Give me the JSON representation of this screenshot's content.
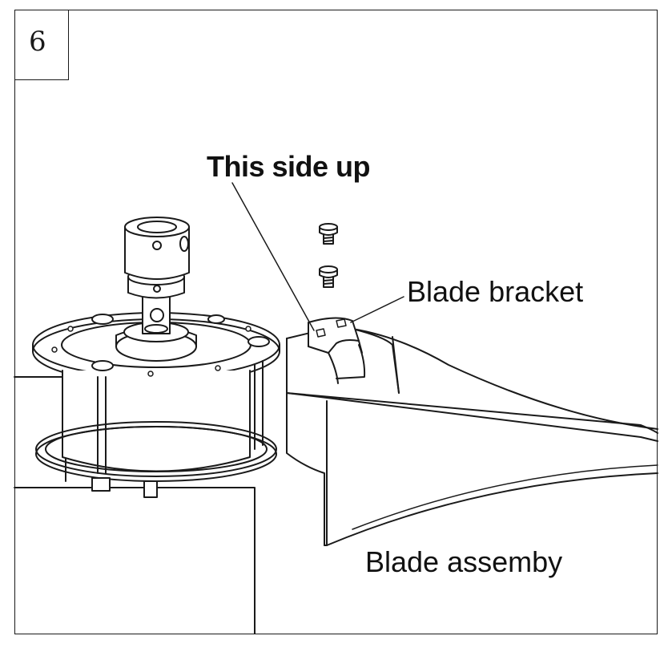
{
  "step": {
    "number": "6"
  },
  "callouts": {
    "this_side_up": "This side up",
    "blade_bracket": "Blade bracket",
    "blade_assembly": "Blade assemby"
  },
  "colors": {
    "line": "#1a1a1a",
    "background": "#ffffff",
    "shade": "#e9e9e9"
  }
}
